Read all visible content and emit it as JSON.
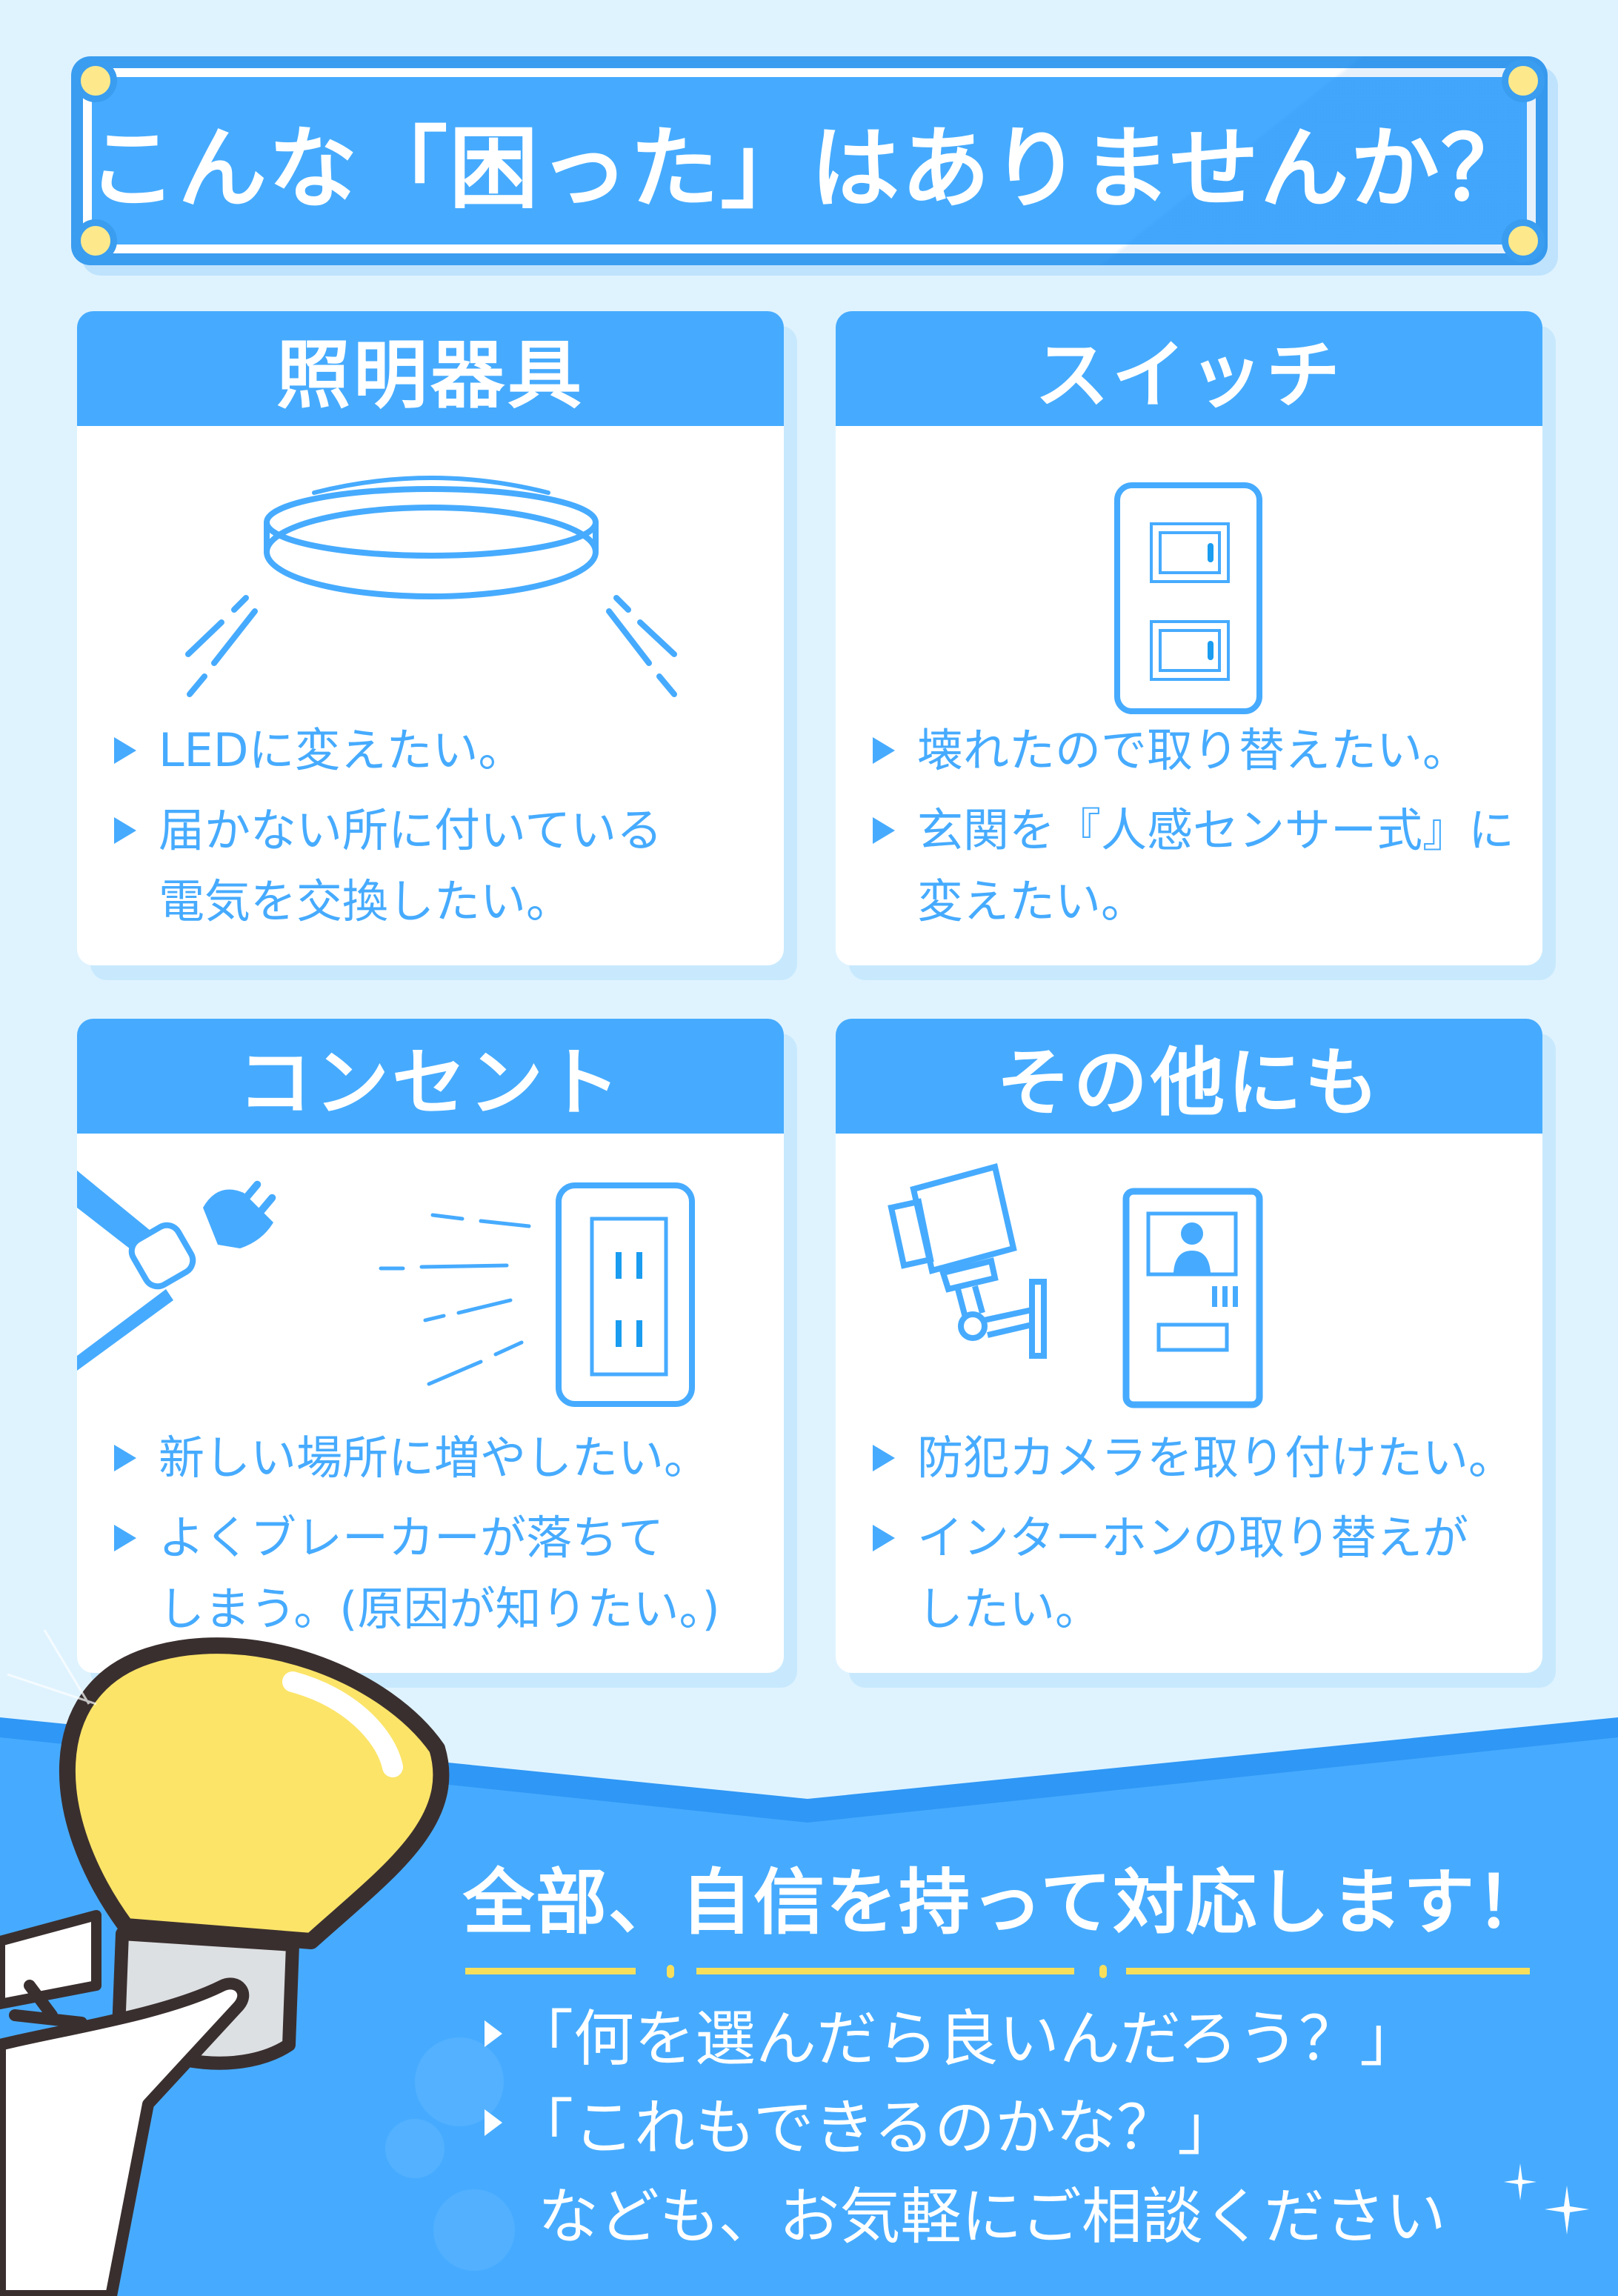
{
  "banner": {
    "title": "こんな「困った」はありませんか？"
  },
  "cards": [
    {
      "title": "照明器具",
      "icon": "ceiling-light-icon",
      "items": [
        "LEDに変えたい。",
        "届かない所に付いている\n電気を交換したい。"
      ],
      "items_lines": [
        [
          "LEDに変えたい。"
        ],
        [
          "届かない所に付いている",
          "電気を交換したい。"
        ]
      ]
    },
    {
      "title": "スイッチ",
      "icon": "wall-switch-icon",
      "items_lines": [
        [
          "壊れたので取り替えたい。"
        ],
        [
          "玄関を『人感センサー式』に",
          "変えたい。"
        ]
      ]
    },
    {
      "title": "コンセント",
      "icon": "outlet-plug-icon",
      "items_lines": [
        [
          "新しい場所に増やしたい。"
        ],
        [
          "よくブレーカーが落ちて",
          "しまう。(原因が知りたい。)"
        ]
      ]
    },
    {
      "title": "その他にも",
      "icon": "camera-intercom-icon",
      "items_lines": [
        [
          "防犯カメラを取り付けたい。"
        ],
        [
          "インターホンの取り替えが",
          "したい。"
        ]
      ]
    }
  ],
  "bottom": {
    "title": "全部、自信を持って対応します！",
    "bullets": [
      "「何を選んだら良いんだろう？」",
      "「これもできるのかな？」"
    ],
    "closing": "なども、お気軽にご相談ください"
  },
  "colors": {
    "background": "#dff3ff",
    "accent_blue": "#46abff",
    "banner_border": "#3a9df0",
    "card_shadow": "#c8e9fd",
    "yellow_dot": "#fde98b",
    "underline_yellow": "#f7df5c",
    "bulb_yellow": "#fbe468",
    "outline_dark": "#3a2f2f"
  }
}
